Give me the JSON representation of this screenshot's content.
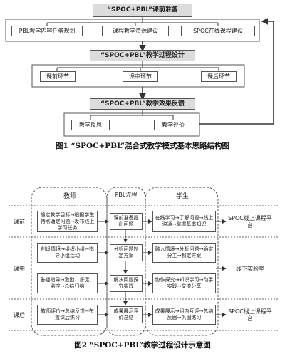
{
  "fig1": {
    "prep_title": "“SPOC+PBL”课前准备",
    "prep_items": [
      "PBL教学内容任务规划",
      "课程教学资源建设",
      "SPOC在线课程建设"
    ],
    "design_title": "“SPOC+PBL”教学过程设计",
    "design_items": [
      "课前环节",
      "课中环节",
      "课后环节"
    ],
    "feedback_title": "“SPOC+PBL”教学效果反馈",
    "feedback_items": [
      "教学反思",
      "教学评价"
    ],
    "caption": "图1 “SPOC+PBL”混合式教学模式基本思路结构图"
  },
  "fig2": {
    "col_headers": [
      "教师",
      "PBL流程",
      "学生"
    ],
    "stages": [
      "课前",
      "课中",
      "课后"
    ],
    "teacher": [
      "搜定教学目标→根据学生特点确定问题→发布线上学习任务",
      "创设情境→组织小组→指导小组活动",
      "答疑指导→激励、督促、监控→总结归纳",
      "教师评价→总结反馈→布置课后练习"
    ],
    "pbl": [
      "课前准备提出问题",
      "分析问题制定方案",
      "解决问题探究实践",
      "成果展示评价总结"
    ],
    "student": [
      "在线学习→了解问题→线上沟通→掌握基本知识",
      "融入情境→分析问题→确定分工→制定方案",
      "协作探究→知识学习→动手实践→交流分享",
      "成果展示→组内互评→总结反思→巩固练习"
    ],
    "platforms": [
      "SPOC线上课程平台",
      "线下实验室",
      "SPOC线上课程平台"
    ],
    "caption": "图2 “SPOC+PBL”教学过程设计示意图"
  }
}
